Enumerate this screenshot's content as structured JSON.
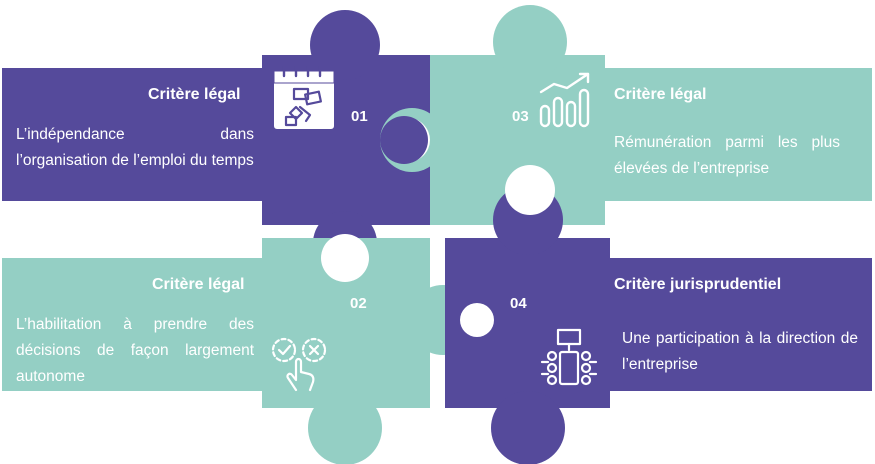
{
  "colors": {
    "purple": "#554a9b",
    "teal": "#94cfc4",
    "white": "#ffffff"
  },
  "pieces": [
    {
      "number": "01",
      "title": "Critère légal",
      "text": "L’indépendance dans l’organisation de l’emploi du temps",
      "icon": "calendar-schedule-icon"
    },
    {
      "number": "03",
      "title": "Critère légal",
      "text": "Rémunération parmi les plus élevées de l’entreprise",
      "icon": "bar-chart-growth-icon"
    },
    {
      "number": "02",
      "title": "Critère légal",
      "text": "L’habilitation à prendre des décisions de façon largement autonome",
      "icon": "decision-choice-hand-icon"
    },
    {
      "number": "04",
      "title": "Critère jurisprudentiel",
      "text": "Une participation à la direction de l’entreprise",
      "icon": "meeting-table-icon"
    }
  ]
}
